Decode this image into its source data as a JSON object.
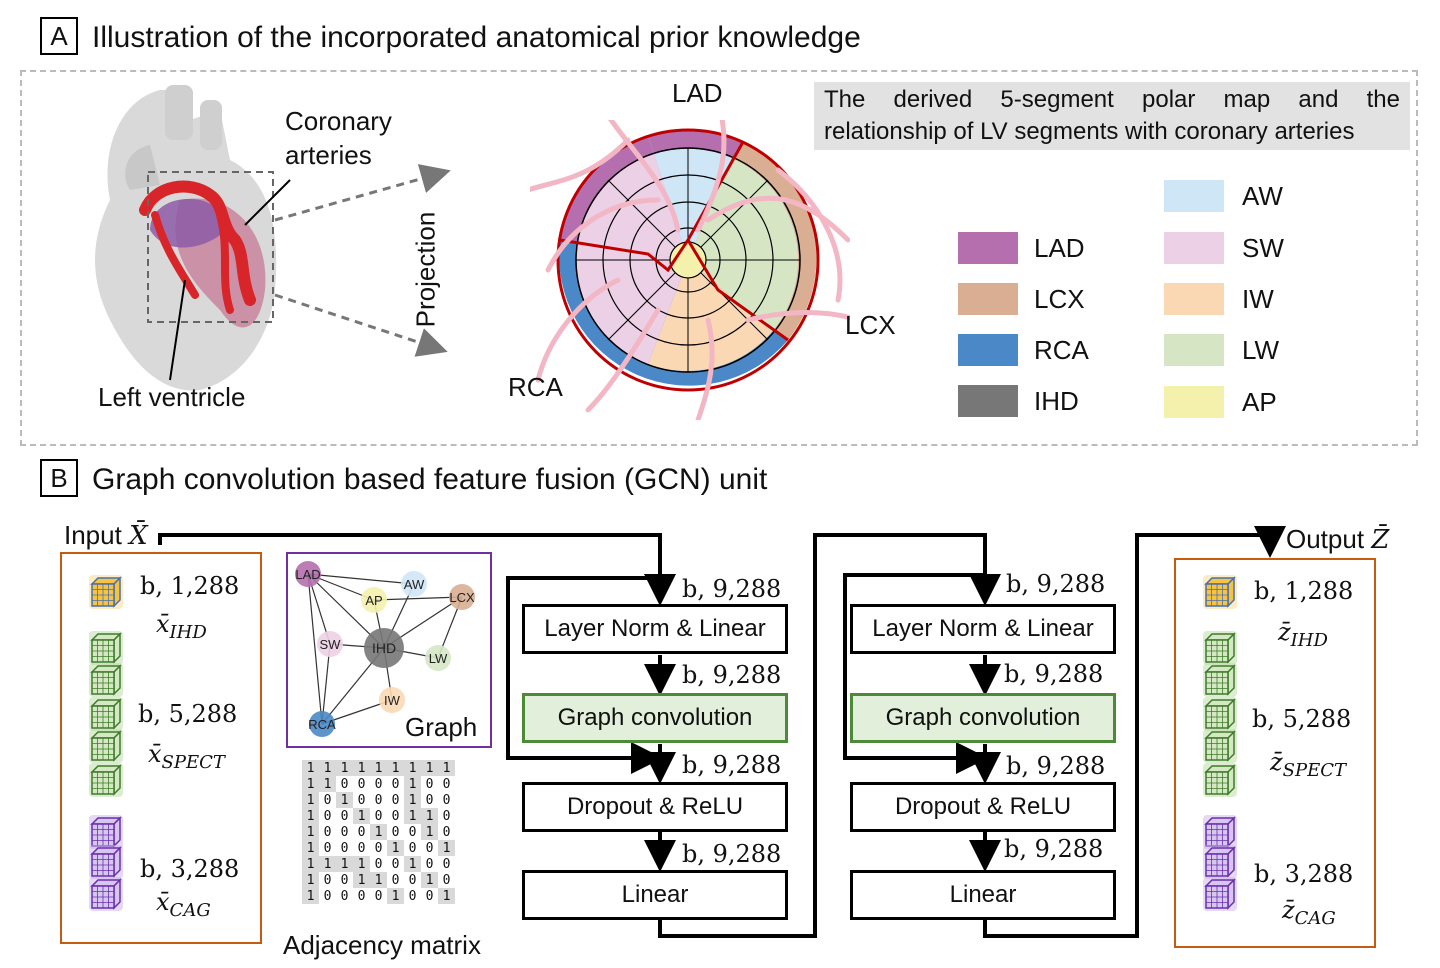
{
  "section_a": {
    "letter": "A",
    "title": "Illustration of the incorporated anatomical prior knowledge",
    "heart_label_coronary": "Coronary arteries",
    "heart_label_coronary_l1": "Coronary",
    "heart_label_coronary_l2": "arteries",
    "heart_label_lv": "Left ventricle",
    "projection_label": "Projection",
    "artery_labels": {
      "lad": "LAD",
      "lcx": "LCX",
      "rca": "RCA"
    },
    "note": "The derived 5-segment polar map and the relationship of LV segments with coronary arteries",
    "legend_left": [
      {
        "label": "LAD",
        "color": "#b56fae"
      },
      {
        "label": "LCX",
        "color": "#d9ae93"
      },
      {
        "label": "RCA",
        "color": "#4a88c7"
      },
      {
        "label": "IHD",
        "color": "#777777"
      }
    ],
    "legend_right": [
      {
        "label": "AW",
        "color": "#cfe6f7"
      },
      {
        "label": "SW",
        "color": "#ecd0e6"
      },
      {
        "label": "IW",
        "color": "#fbd8b4"
      },
      {
        "label": "LW",
        "color": "#d6e6c5"
      },
      {
        "label": "AP",
        "color": "#f4f1ad"
      }
    ]
  },
  "section_b": {
    "letter": "B",
    "title": "Graph convolution based feature fusion (GCN) unit",
    "input_label": "Input",
    "input_var": "X̄",
    "output_label": "Output",
    "output_var": "Z̄",
    "input_dims": [
      "b, 1,288",
      "b, 5,288",
      "b, 3,288"
    ],
    "input_vars": [
      {
        "base": "x̄",
        "sub": "IHD"
      },
      {
        "base": "x̄",
        "sub": "SPECT"
      },
      {
        "base": "x̄",
        "sub": "CAG"
      }
    ],
    "output_dims": [
      "b, 1,288",
      "b, 5,288",
      "b, 3,288"
    ],
    "output_vars": [
      {
        "base": "z̄",
        "sub": "IHD"
      },
      {
        "base": "z̄",
        "sub": "SPECT"
      },
      {
        "base": "z̄",
        "sub": "CAG"
      }
    ],
    "graph_label": "Graph",
    "graph_nodes": [
      "LAD",
      "AW",
      "AP",
      "LCX",
      "SW",
      "IHD",
      "LW",
      "IW",
      "RCA"
    ],
    "adjacency_label": "Adjacency matrix",
    "adjacency_matrix": [
      [
        1,
        1,
        1,
        1,
        1,
        1,
        1,
        1,
        1
      ],
      [
        1,
        1,
        0,
        0,
        0,
        0,
        1,
        0,
        0
      ],
      [
        1,
        0,
        1,
        0,
        0,
        0,
        1,
        0,
        0
      ],
      [
        1,
        0,
        0,
        1,
        0,
        0,
        1,
        1,
        0
      ],
      [
        1,
        0,
        0,
        0,
        1,
        0,
        0,
        1,
        0
      ],
      [
        1,
        0,
        0,
        0,
        0,
        1,
        0,
        0,
        1
      ],
      [
        1,
        1,
        1,
        1,
        0,
        0,
        1,
        0,
        0
      ],
      [
        1,
        0,
        0,
        1,
        1,
        0,
        0,
        1,
        0
      ],
      [
        1,
        0,
        0,
        0,
        0,
        1,
        0,
        0,
        1
      ]
    ],
    "stage_dim": "b, 9,288",
    "block_labels": {
      "ln": "Layer Norm & Linear",
      "gc": "Graph convolution",
      "dr": "Dropout & ReLU",
      "lin": "Linear"
    }
  }
}
